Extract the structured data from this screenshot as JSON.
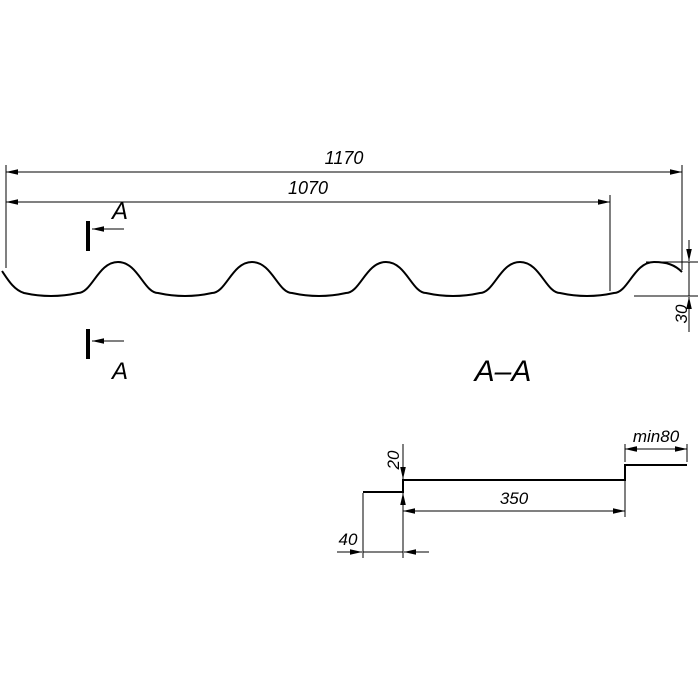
{
  "colors": {
    "background": "#ffffff",
    "line": "#000000"
  },
  "front_view": {
    "dim_total_width": "1170",
    "dim_cover_width": "1070",
    "dim_wave_height": "30",
    "section_mark_top_label": "A",
    "section_mark_bottom_label": "A"
  },
  "section_view": {
    "title": "A–A",
    "dim_step_height": "20",
    "dim_min_overlap": "min80",
    "dim_module_length": "350",
    "dim_edge_offset": "40"
  }
}
